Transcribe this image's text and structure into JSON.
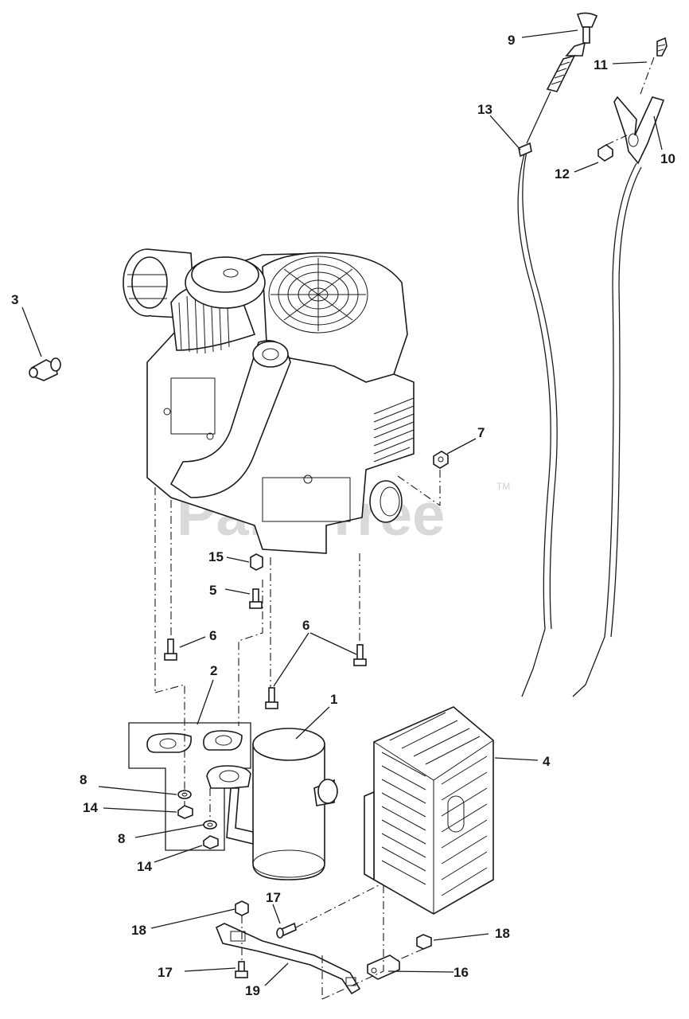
{
  "watermark": {
    "text": "PartsTree",
    "trademark": "TM"
  },
  "callouts": {
    "c1": "1",
    "c2": "2",
    "c3": "3",
    "c4": "4",
    "c5": "5",
    "c6a": "6",
    "c6b": "6",
    "c7": "7",
    "c8a": "8",
    "c8b": "8",
    "c9": "9",
    "c10": "10",
    "c11": "11",
    "c12": "12",
    "c13": "13",
    "c14a": "14",
    "c14b": "14",
    "c15": "15",
    "c16": "16",
    "c17a": "17",
    "c17b": "17",
    "c18a": "18",
    "c18b": "18",
    "c19": "19"
  }
}
